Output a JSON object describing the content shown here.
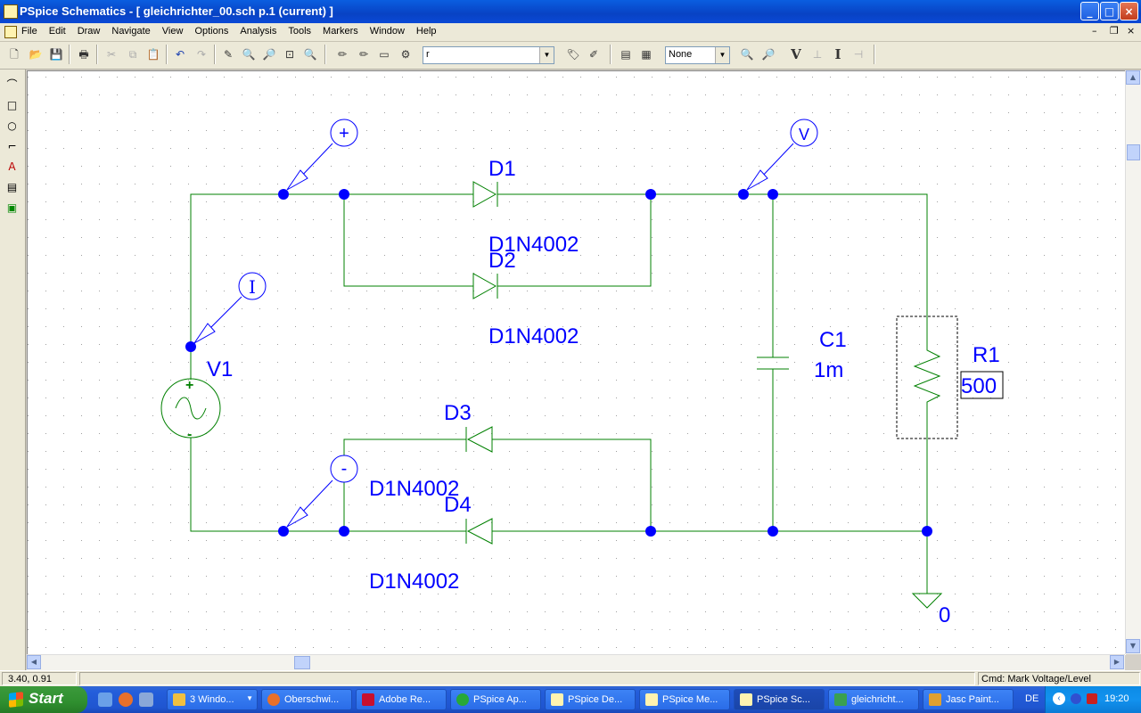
{
  "window": {
    "title": "PSpice Schematics - [ gleichrichter_00.sch  p.1 (current)  ]",
    "controls": {
      "minimize": "_",
      "maximize": "□",
      "close": "×"
    }
  },
  "menubar": {
    "items": [
      "File",
      "Edit",
      "Draw",
      "Navigate",
      "View",
      "Options",
      "Analysis",
      "Tools",
      "Markers",
      "Window",
      "Help"
    ],
    "mdi": {
      "minimize": "–",
      "restore": "❐",
      "close": "×"
    }
  },
  "toolbar": {
    "part_combo": "r",
    "none_combo": "None",
    "letters": {
      "v_marker": "V",
      "i_marker": "I"
    }
  },
  "schematic": {
    "wire_color": "#008000",
    "part_color": "#0000ff",
    "parts": {
      "d1": {
        "ref": "D1",
        "model": "D1N4002"
      },
      "d2": {
        "ref": "D2",
        "model": "D1N4002"
      },
      "d3": {
        "ref": "D3",
        "model": "D1N4002"
      },
      "d4": {
        "ref": "D4",
        "model": "D1N4002"
      },
      "v1": {
        "ref": "V1",
        "plus": "+",
        "minus": "-"
      },
      "c1": {
        "ref": "C1",
        "value": "1m"
      },
      "r1": {
        "ref": "R1",
        "value": "500"
      },
      "ground": {
        "label": "0"
      }
    },
    "markers": {
      "plus_marker": "+",
      "minus_marker": "-",
      "voltage_marker": "V",
      "current_marker": "I"
    }
  },
  "statusbar": {
    "coords": "3.40,  0.91",
    "cmd": "Cmd: Mark Voltage/Level"
  },
  "taskbar": {
    "start": "Start",
    "tasks": [
      {
        "label": "3 Windo...",
        "color": "#f0c040"
      },
      {
        "label": "Oberschwi...",
        "color": "#e8702a"
      },
      {
        "label": "Adobe Re...",
        "color": "#c8102e"
      },
      {
        "label": "PSpice Ap...",
        "color": "#28a838"
      },
      {
        "label": "PSpice De...",
        "color": "#fff3b0"
      },
      {
        "label": "PSpice Me...",
        "color": "#fff3b0"
      },
      {
        "label": "PSpice Sc...",
        "color": "#fff3b0"
      },
      {
        "label": "gleichricht...",
        "color": "#3aa050"
      },
      {
        "label": "Jasc Paint...",
        "color": "#e0a030"
      }
    ],
    "language": "DE",
    "clock": "19:20"
  }
}
